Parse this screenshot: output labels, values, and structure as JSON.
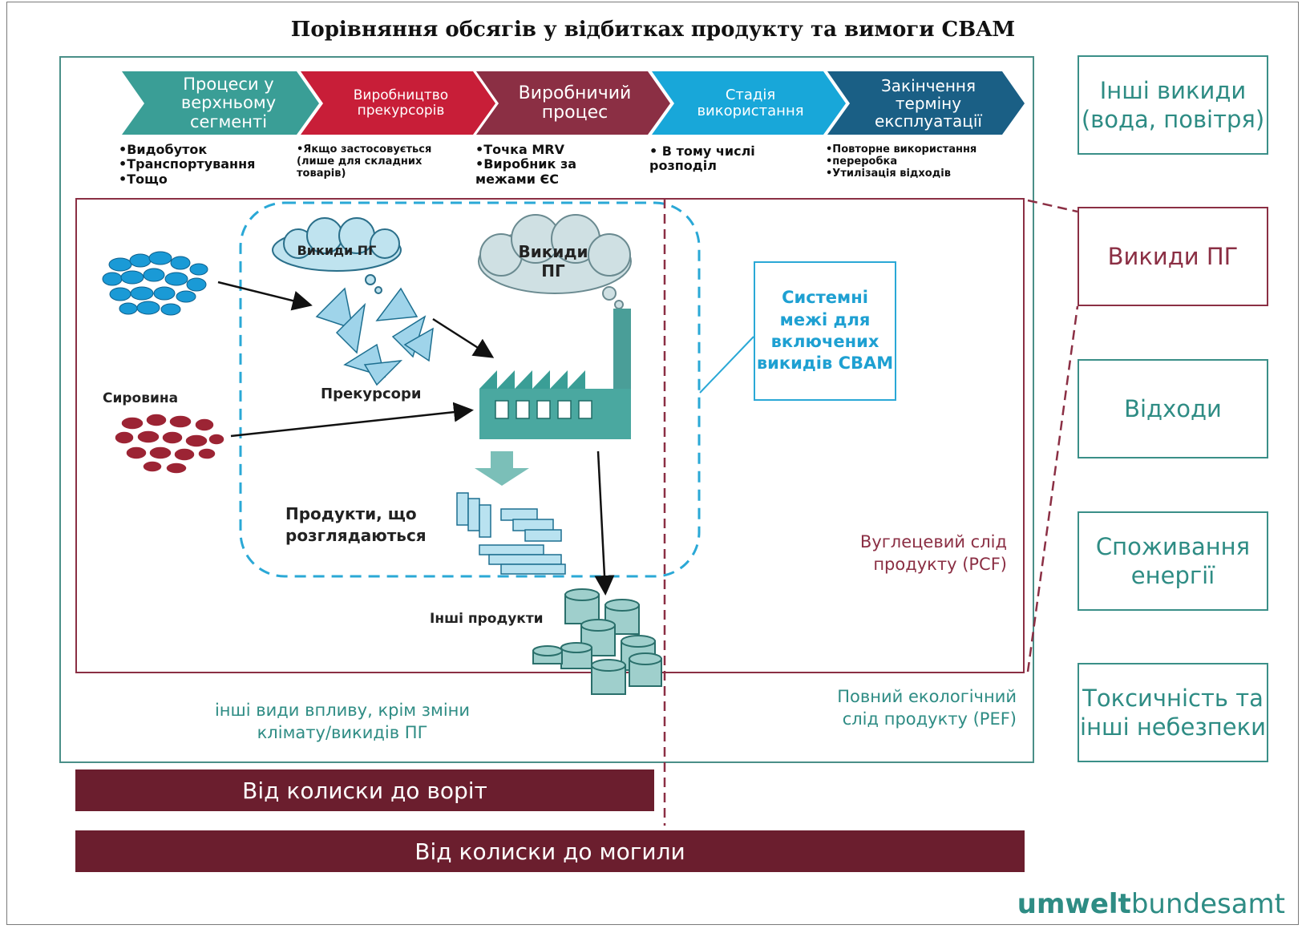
{
  "title": "Порівняння обсягів у відбитках продукту та вимоги CBAM",
  "stages": [
    {
      "label": "Процеси у верхньому сегменті",
      "color": "#3a9e96"
    },
    {
      "label": "Виробництво прекурсорів",
      "color": "#c81e38"
    },
    {
      "label": "Виробничий процес",
      "color": "#8b2f44"
    },
    {
      "label": "Стадія використання",
      "color": "#18a7d9"
    },
    {
      "label": "Закінчення терміну експлуатації",
      "color": "#1a5f85"
    }
  ],
  "stage_bullets": [
    "•Видобуток\n•Транспортування\n•Тощо",
    "•Якщо застосовується\n(лише для складних\nтоварів)",
    "•Точка MRV\n•Виробник за\nмежами ЄС",
    "• В тому числі\nрозподіл",
    "•Повторне використання\n•переробка\n•Утилізація відходів"
  ],
  "clouds": {
    "left": "Викиди ПГ",
    "right": "Викиди ПГ"
  },
  "labels": {
    "raw_material": "Сировина",
    "precursors": "Прекурсори",
    "products": "Продукти, що розглядаються",
    "other_products": "Інші продукти"
  },
  "cbam_box": "Системні межі для включених викидів CBAM",
  "pcf": "Вуглецевий слід продукту (PCF)",
  "other_impacts": "інші види впливу, крім зміни клімату/викидів ПГ",
  "pef": "Повний екологічний слід продукту (PEF)",
  "bars": {
    "gate": "Від колиски до воріт",
    "grave": "Від колиски до могили"
  },
  "side_boxes": [
    {
      "label": "Інші викиди (вода, повітря)"
    },
    {
      "label": "Викиди ПГ"
    },
    {
      "label": "Відходи"
    },
    {
      "label": "Споживання енергії"
    },
    {
      "label": "Токсичність та інші небезпеки"
    }
  ],
  "logo": {
    "bold": "umwelt",
    "regular": "bundesamt"
  },
  "colors": {
    "teal": "#3a9e96",
    "maroon": "#8b2f44",
    "cyan": "#18a7d9",
    "dark_bar": "#6b1e2e"
  }
}
